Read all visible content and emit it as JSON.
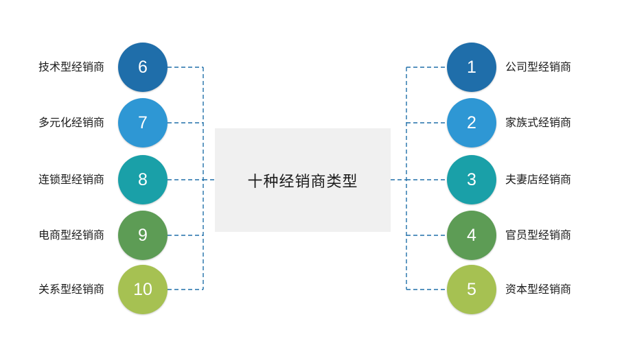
{
  "diagram": {
    "title": "十种经销商类型",
    "center_box_fill": "#f0f0f0",
    "connector_color": "#1f6fa8",
    "left_nodes": [
      {
        "number": "6",
        "label": "技术型经销商",
        "color": "#1f6eaa"
      },
      {
        "number": "7",
        "label": "多元化经销商",
        "color": "#2e97d4"
      },
      {
        "number": "8",
        "label": "连锁型经销商",
        "color": "#1aa0a8"
      },
      {
        "number": "9",
        "label": "电商型经销商",
        "color": "#5d9c55"
      },
      {
        "number": "10",
        "label": "关系型经销商",
        "color": "#a6c152"
      }
    ],
    "right_nodes": [
      {
        "number": "1",
        "label": "公司型经销商",
        "color": "#1f6eaa"
      },
      {
        "number": "2",
        "label": "家族式经销商",
        "color": "#2e97d4"
      },
      {
        "number": "3",
        "label": "夫妻店经销商",
        "color": "#1aa0a8"
      },
      {
        "number": "4",
        "label": "官员型经销商",
        "color": "#5d9c55"
      },
      {
        "number": "5",
        "label": "资本型经销商",
        "color": "#a6c152"
      }
    ]
  }
}
